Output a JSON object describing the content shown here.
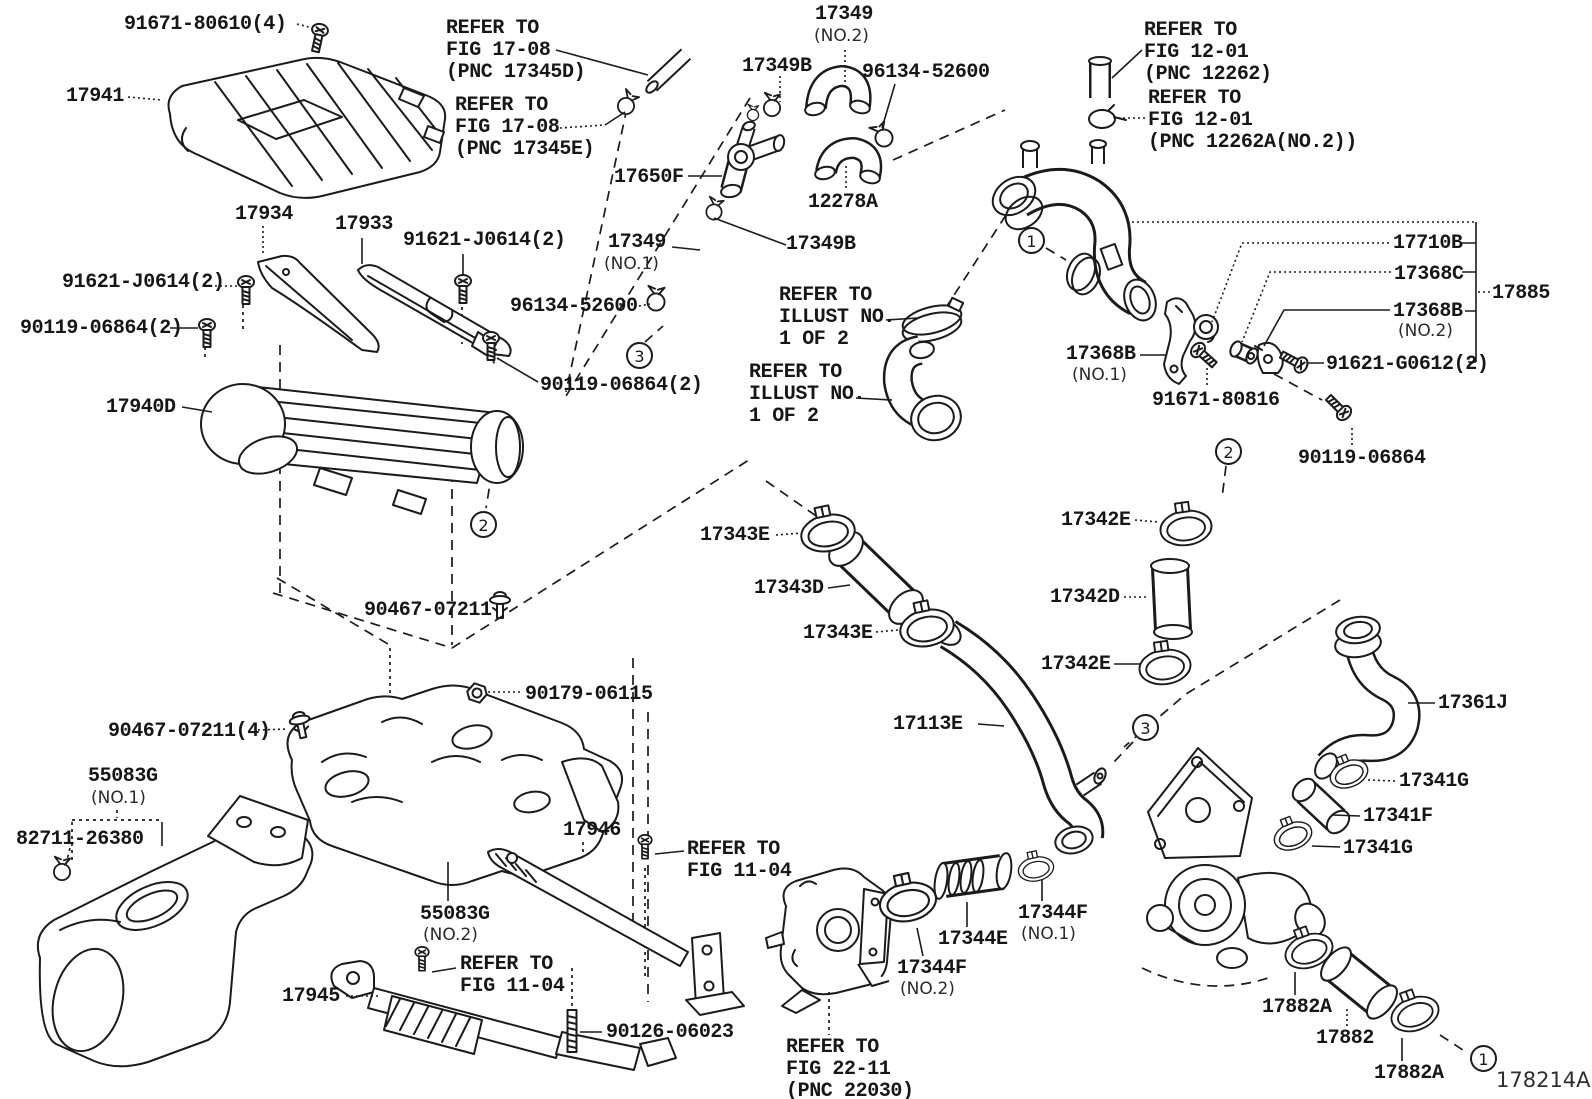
{
  "diagram": {
    "sheet_number": "178214A",
    "description": "Air cleaner and turbocharger piping exploded parts diagram"
  },
  "callouts": {
    "c1": "1",
    "c2": "2",
    "c3": "3"
  },
  "labels": {
    "l1": "91671-80610(4)",
    "l2": "17941",
    "l3": "REFER TO\nFIG 17-08\n(PNC 17345D)",
    "l4": "REFER TO\nFIG 17-08\n(PNC 17345E)",
    "l5": "17349",
    "l5s": "(NO.2)",
    "l6": "17349B",
    "l7": "96134-52600",
    "l8": "17650F",
    "l9": "12278A",
    "l10": "REFER TO\nFIG 12-01\n(PNC 12262)",
    "l11": "REFER TO\nFIG 12-01\n(PNC 12262A(NO.2))",
    "l12": "17934",
    "l13": "17933",
    "l14": "91621-J0614(2)",
    "l15": "91621-J0614(2)",
    "l16": "90119-06864(2)",
    "l17": "17349",
    "l17s": "(NO.1)",
    "l18": "96134-52600",
    "l19": "17349B",
    "l20": "90119-06864(2)",
    "l21": "17940D",
    "l22": "REFER TO\nILLUST NO.\n1 OF 2",
    "l23": "REFER TO\nILLUST NO.\n1 OF 2",
    "l24": "17710B",
    "l25": "17368C",
    "l26": "17885",
    "l27": "17368B",
    "l27s": "(NO.2)",
    "l28": "17368B",
    "l28s": "(NO.1)",
    "l29": "91621-G0612(2)",
    "l30": "91671-80816",
    "l31": "90119-06864",
    "l32": "17343E",
    "l33": "17343D",
    "l34": "17343E",
    "l35": "17342E",
    "l36": "17342D",
    "l37": "17342E",
    "l38": "17113E",
    "l39": "17361J",
    "l40": "17341G",
    "l41": "17341F",
    "l42": "17341G",
    "l43": "90467-07211",
    "l44": "90179-06115",
    "l45": "90467-07211(4)",
    "l46": "55083G",
    "l46s": "(NO.1)",
    "l47": "82711-26380",
    "l48": "55083G",
    "l48s": "(NO.2)",
    "l49": "17946",
    "l50": "REFER TO\nFIG 11-04",
    "l51": "17945",
    "l52": "REFER TO\nFIG 11-04",
    "l53": "90126-06023",
    "l54": "REFER TO\nFIG 22-11\n(PNC 22030)",
    "l55": "17344F",
    "l55s": "(NO.2)",
    "l56": "17344E",
    "l57": "17344F",
    "l57s": "(NO.1)",
    "l58": "17882A",
    "l59": "17882",
    "l60": "17882A"
  }
}
